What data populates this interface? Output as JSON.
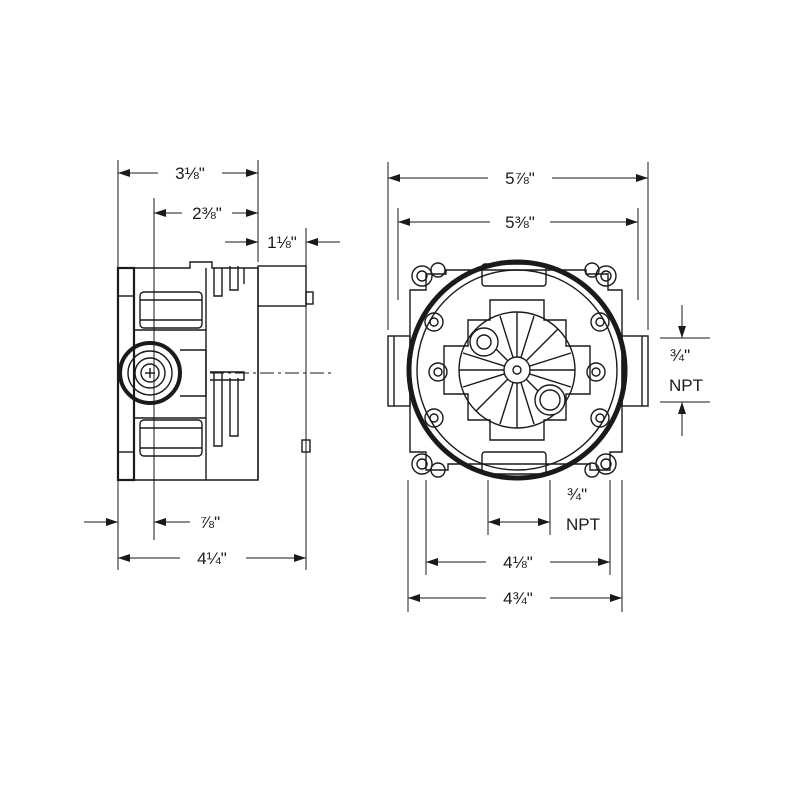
{
  "side_view": {
    "dims": {
      "overall_depth": "3⅛\"",
      "to_center": "2⅜\"",
      "front_offset": "1⅛\"",
      "base_offset": "⅞\"",
      "overall_length": "4¼\""
    }
  },
  "front_view": {
    "dims": {
      "outer_width": "5⅞\"",
      "inner_width": "5⅜\"",
      "outlet_spacing": "4⅛\"",
      "base_width": "4¾\""
    },
    "port_right": {
      "size": "¾\"",
      "thread": "NPT"
    },
    "port_bottom": {
      "size": "¾\"",
      "thread": "NPT"
    }
  },
  "colors": {
    "line": "#1a1a1a",
    "background": "#ffffff"
  }
}
